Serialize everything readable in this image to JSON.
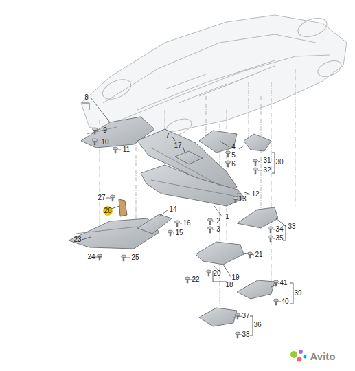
{
  "diagram": {
    "labels": [
      "8",
      "9",
      "10",
      "11",
      "7",
      "17",
      "4",
      "5",
      "6",
      "31",
      "32",
      "30",
      "12",
      "13",
      "27",
      "26",
      "14",
      "16",
      "15",
      "1",
      "2",
      "3",
      "33",
      "34",
      "35",
      "23",
      "24",
      "25",
      "21",
      "20",
      "19",
      "18",
      "22",
      "41",
      "40",
      "39",
      "37",
      "36",
      "38",
      "Avito"
    ]
  }
}
